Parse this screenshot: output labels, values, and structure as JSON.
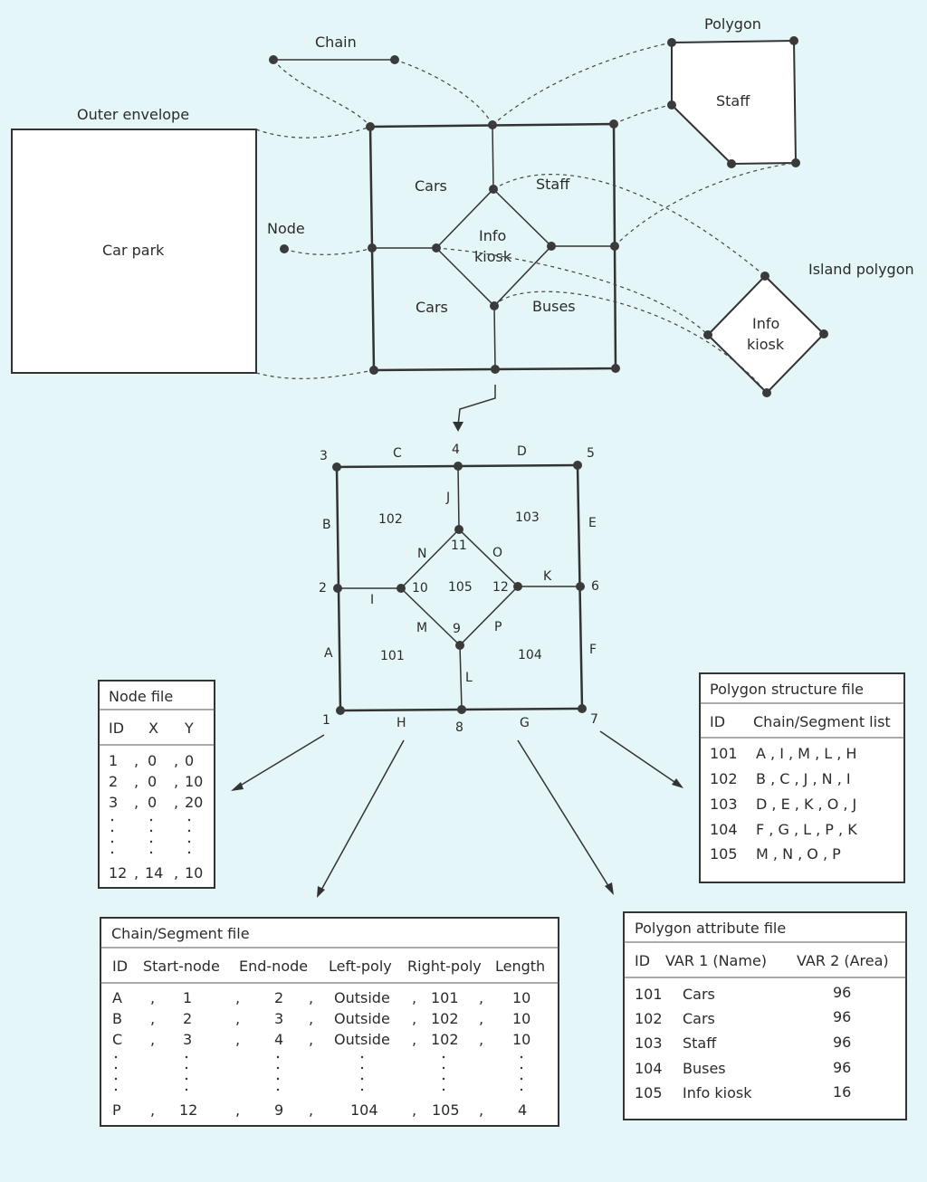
{
  "top": {
    "outer_envelope": "Outer envelope",
    "car_park": "Car park",
    "chain": "Chain",
    "node": "Node",
    "polygon": "Polygon",
    "polygon_staff": "Staff",
    "island_polygon": "Island polygon",
    "island_info": "Info",
    "island_kiosk": "kiosk",
    "cars_upper": "Cars",
    "cars_lower": "Cars",
    "staff": "Staff",
    "buses": "Buses",
    "info": "Info",
    "kiosk": "kiosk"
  },
  "topology": {
    "nodes": [
      {
        "id": "1"
      },
      {
        "id": "2"
      },
      {
        "id": "3"
      },
      {
        "id": "4"
      },
      {
        "id": "5"
      },
      {
        "id": "6"
      },
      {
        "id": "7"
      },
      {
        "id": "8"
      },
      {
        "id": "9"
      },
      {
        "id": "10"
      },
      {
        "id": "11"
      },
      {
        "id": "12"
      }
    ],
    "segments": [
      "A",
      "B",
      "C",
      "D",
      "E",
      "F",
      "G",
      "H",
      "I",
      "J",
      "K",
      "L",
      "M",
      "N",
      "O",
      "P"
    ],
    "polygons": [
      "101",
      "102",
      "103",
      "104",
      "105"
    ]
  },
  "node_file": {
    "title": "Node file",
    "headers": [
      "ID",
      "X",
      "Y"
    ],
    "rows": [
      [
        "1",
        ",",
        "0",
        ",",
        "0"
      ],
      [
        "2",
        ",",
        "0",
        ",",
        "10"
      ],
      [
        "3",
        ",",
        "0",
        ",",
        "20"
      ],
      [
        "12",
        ",",
        "14",
        ",",
        "10"
      ]
    ]
  },
  "polygon_structure_file": {
    "title": "Polygon structure file",
    "headers": [
      "ID",
      "Chain/Segment list"
    ],
    "rows": [
      [
        "101",
        "A , I , M , L , H"
      ],
      [
        "102",
        "B , C , J , N , I"
      ],
      [
        "103",
        "D , E , K , O , J"
      ],
      [
        "104",
        "F , G , L , P , K"
      ],
      [
        "105",
        "M , N , O , P"
      ]
    ]
  },
  "chain_segment_file": {
    "title": "Chain/Segment file",
    "headers": [
      "ID",
      "Start-node",
      "End-node",
      "Left-poly",
      "Right-poly",
      "Length"
    ],
    "rows": [
      [
        "A",
        "1",
        "2",
        "Outside",
        "101",
        "10"
      ],
      [
        "B",
        "2",
        "3",
        "Outside",
        "102",
        "10"
      ],
      [
        "C",
        "3",
        "4",
        "Outside",
        "102",
        "10"
      ],
      [
        "P",
        "12",
        "9",
        "104",
        "105",
        "4"
      ]
    ]
  },
  "polygon_attribute_file": {
    "title": "Polygon attribute file",
    "headers": [
      "ID",
      "VAR 1 (Name)",
      "VAR 2 (Area)"
    ],
    "rows": [
      [
        "101",
        "Cars",
        "96"
      ],
      [
        "102",
        "Cars",
        "96"
      ],
      [
        "103",
        "Staff",
        "96"
      ],
      [
        "104",
        "Buses",
        "96"
      ],
      [
        "105",
        "Info kiosk",
        "16"
      ]
    ]
  }
}
